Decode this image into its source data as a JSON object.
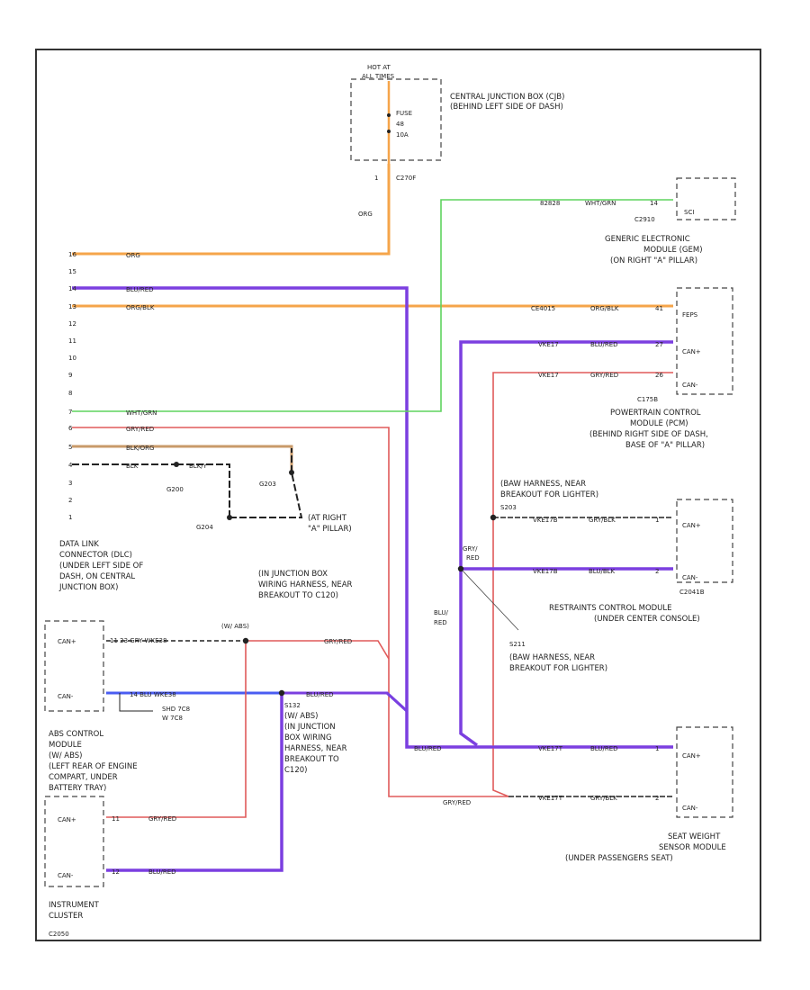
{
  "jb_box": {
    "hot_line1": "HOT AT",
    "hot_line2": "ALL TIMES",
    "fuse_line1": "FUSE",
    "fuse_line2": "48",
    "fuse_line3": "10A",
    "label_line1": "CENTRAL JUNCTION BOX (CJB)",
    "label_line2": "(BEHIND LEFT SIDE OF DASH)",
    "connector": "C270F",
    "pin": "1",
    "wire": "ORG"
  },
  "gem": {
    "pin_in": "SCI",
    "connector": "C2910",
    "wire_code1": "82828",
    "wire_code2": "WHT/GRN",
    "pin_num": "14",
    "label_line1": "GENERIC ELECTRONIC",
    "label_line2": "MODULE (GEM)",
    "label_line3": "(ON RIGHT \"A\" PILLAR)"
  },
  "pcm": {
    "pins": [
      "FEPS",
      "CAN+",
      "CAN-"
    ],
    "wire_codes": [
      "CE4015",
      "VKE17",
      "VKE17"
    ],
    "wire_colors": [
      "ORG/BLK",
      "BLU/RED",
      "GRY/RED"
    ],
    "pin_nums": [
      "41",
      "27",
      "26"
    ],
    "connector": "C175B",
    "label_line1": "POWERTRAIN CONTROL",
    "label_line2": "MODULE (PCM)",
    "label_line3": "(BEHIND RIGHT SIDE OF DASH,",
    "label_line4": "BASE OF \"A\" PILLAR)"
  },
  "dlc": {
    "pins": [
      "16",
      "15",
      "14",
      "13",
      "12",
      "11",
      "10",
      "9",
      "8",
      "7",
      "6",
      "5",
      "4",
      "3",
      "2",
      "1"
    ],
    "wires": {
      "w16": "ORG",
      "w14": "BLU/RED",
      "w13": "ORG/BLK",
      "w7": "WHT/GRN",
      "w6": "GRY/RED",
      "w5": "BLK/ORG",
      "w4": "BLK",
      "w4b": "BLK/Y"
    },
    "label_line1": "DATA LINK",
    "label_line2": "CONNECTOR (DLC)",
    "label_line3": "(UNDER LEFT SIDE OF",
    "label_line4": "DASH, ON CENTRAL",
    "label_line5": "JUNCTION BOX)"
  },
  "grounds": {
    "g200": "G200",
    "g204": "G204",
    "g203": "G203",
    "g203_line1": "(AT RIGHT",
    "g203_line2": "\"A\" PILLAR)"
  },
  "splice_bmh": {
    "label_line1": "(BAW HARNESS, NEAR",
    "label_line2": "BREAKOUT FOR LIGHTER)",
    "s203": "S203",
    "s211": "S211",
    "grn_red_line1": "GRY/",
    "grn_red_line2": "RED",
    "blu_red_line1": "BLU/",
    "blu_red_line2": "RED",
    "s211_line1": "(BAW HARNESS, NEAR",
    "s211_line2": "BREAKOUT FOR LIGHTER)"
  },
  "rcm": {
    "pins": [
      "CAN+",
      "CAN-"
    ],
    "wire_codes": [
      "VKE17B",
      "VKE17B"
    ],
    "wire_colors": [
      "GRY/BLK",
      "BLU/BLK"
    ],
    "pin_nums": [
      "1",
      "2"
    ],
    "connector": "C2041B",
    "label_line1": "RESTRAINTS CONTROL MODULE",
    "label_line2": "(UNDER CENTER CONSOLE)"
  },
  "sws": {
    "pins": [
      "CAN+",
      "CAN-"
    ],
    "wire_codes": [
      "VKE17T",
      "VKE17T"
    ],
    "wire_colors": [
      "BLU/RED",
      "GRY/BLK"
    ],
    "pin_nums": [
      "1",
      "2"
    ],
    "label_line1": "SEAT WEIGHT",
    "label_line2": "SENSOR MODULE",
    "label_line3": "(UNDER PASSENGERS SEAT)"
  },
  "abs": {
    "pins": [
      "CAN+",
      "CAN-"
    ],
    "wire1_line": "11  23 GRY  WKE38",
    "wire2_line": "14  BLU  WKE38",
    "via_line1": "SHD 7C8",
    "via_line2": "W 7C8",
    "label_line1": "ABS CONTROL",
    "label_line2": "MODULE",
    "label_line3": "(W/ ABS)",
    "label_line4": "(LEFT REAR OF ENGINE",
    "label_line5": "COMPART, UNDER",
    "label_line6": "BATTERY TRAY)"
  },
  "splices": {
    "s145_label": "(W/ ABS)",
    "s145_line1": "(IN JUNCTION BOX",
    "s145_line2": "WIRING HARNESS, NEAR",
    "s145_line3": "BREAKOUT TO C120)",
    "gry_red_top": "GRY/RED",
    "blu_red_mid": "BLU/RED",
    "s132": "S132",
    "s132_line1": "(W/ ABS)",
    "s132_line2": "(IN JUNCTION",
    "s132_line3": "BOX WIRING",
    "s132_line4": "HARNESS, NEAR",
    "s132_line5": "BREAKOUT TO",
    "s132_line6": "C120)",
    "blu_red_low": "BLU/RED",
    "gry_red_low": "GRY/RED"
  },
  "ic": {
    "pins": [
      "CAN+",
      "CAN-"
    ],
    "pin_nums": [
      "11",
      "12"
    ],
    "wire_colors": [
      "GRY/RED",
      "BLU/RED"
    ],
    "label_line1": "INSTRUMENT",
    "label_line2": "CLUSTER",
    "connector": "C2050"
  },
  "wire_colors": {
    "orange": "#f5a54a",
    "purple": "#7b3fe0",
    "blue": "#4a5cf2",
    "red": "#e05a5a",
    "green": "#5fd35f",
    "black": "#222222"
  }
}
